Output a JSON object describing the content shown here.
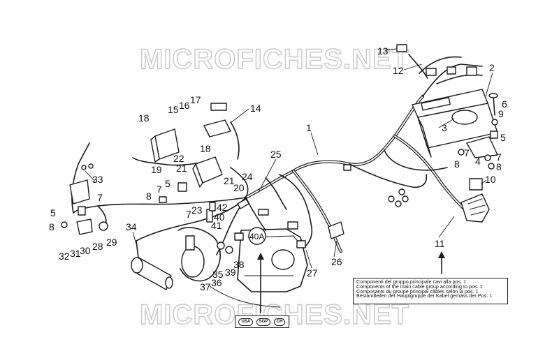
{
  "watermarks": [
    "MICROFICHES.NET",
    "MICROFICHES.NET"
  ],
  "callouts": [
    {
      "id": "1",
      "label": "1"
    },
    {
      "id": "2",
      "label": "2"
    },
    {
      "id": "3",
      "label": "3"
    },
    {
      "id": "4",
      "label": "4"
    },
    {
      "id": "5a",
      "label": "5"
    },
    {
      "id": "5b",
      "label": "5"
    },
    {
      "id": "5c",
      "label": "5"
    },
    {
      "id": "6",
      "label": "6"
    },
    {
      "id": "7a",
      "label": "7"
    },
    {
      "id": "7b",
      "label": "7"
    },
    {
      "id": "7c",
      "label": "7"
    },
    {
      "id": "7d",
      "label": "7"
    },
    {
      "id": "7e",
      "label": "7"
    },
    {
      "id": "8a",
      "label": "8"
    },
    {
      "id": "8b",
      "label": "8"
    },
    {
      "id": "8c",
      "label": "8"
    },
    {
      "id": "8d",
      "label": "8"
    },
    {
      "id": "9",
      "label": "9"
    },
    {
      "id": "10",
      "label": "10"
    },
    {
      "id": "11",
      "label": "11"
    },
    {
      "id": "12",
      "label": "12"
    },
    {
      "id": "13",
      "label": "13"
    },
    {
      "id": "14",
      "label": "14"
    },
    {
      "id": "15",
      "label": "15"
    },
    {
      "id": "16",
      "label": "16"
    },
    {
      "id": "17",
      "label": "17"
    },
    {
      "id": "18a",
      "label": "18"
    },
    {
      "id": "18b",
      "label": "18"
    },
    {
      "id": "19",
      "label": "19"
    },
    {
      "id": "20",
      "label": "20"
    },
    {
      "id": "21a",
      "label": "21"
    },
    {
      "id": "21b",
      "label": "21"
    },
    {
      "id": "22",
      "label": "22"
    },
    {
      "id": "23",
      "label": "23"
    },
    {
      "id": "24",
      "label": "24"
    },
    {
      "id": "25",
      "label": "25"
    },
    {
      "id": "26",
      "label": "26"
    },
    {
      "id": "27",
      "label": "27"
    },
    {
      "id": "28",
      "label": "28"
    },
    {
      "id": "29",
      "label": "29"
    },
    {
      "id": "30",
      "label": "30"
    },
    {
      "id": "31",
      "label": "31"
    },
    {
      "id": "32",
      "label": "32"
    },
    {
      "id": "33",
      "label": "33"
    },
    {
      "id": "34",
      "label": "34"
    },
    {
      "id": "35",
      "label": "35"
    },
    {
      "id": "36",
      "label": "36"
    },
    {
      "id": "37",
      "label": "37"
    },
    {
      "id": "38",
      "label": "38"
    },
    {
      "id": "39",
      "label": "39"
    },
    {
      "id": "40",
      "label": "40"
    },
    {
      "id": "40A",
      "label": "40A"
    },
    {
      "id": "41",
      "label": "41"
    },
    {
      "id": "42",
      "label": "42"
    }
  ],
  "legend": {
    "lines": [
      "Componenti del gruppo principale cavi alla pos. 1",
      "Components of the main cable group according to pos. 1",
      "Composants du groupe principal câbles selon la pos. 1",
      "Bestandteilen der Hauptgruppe der Kabel gemäss der Pos. 1"
    ]
  },
  "markets": [
    "USA",
    "SGP",
    "CH"
  ],
  "colors": {
    "ink": "#1a1a1a",
    "watermark": "#c8c8c8",
    "paper": "#ffffff"
  }
}
